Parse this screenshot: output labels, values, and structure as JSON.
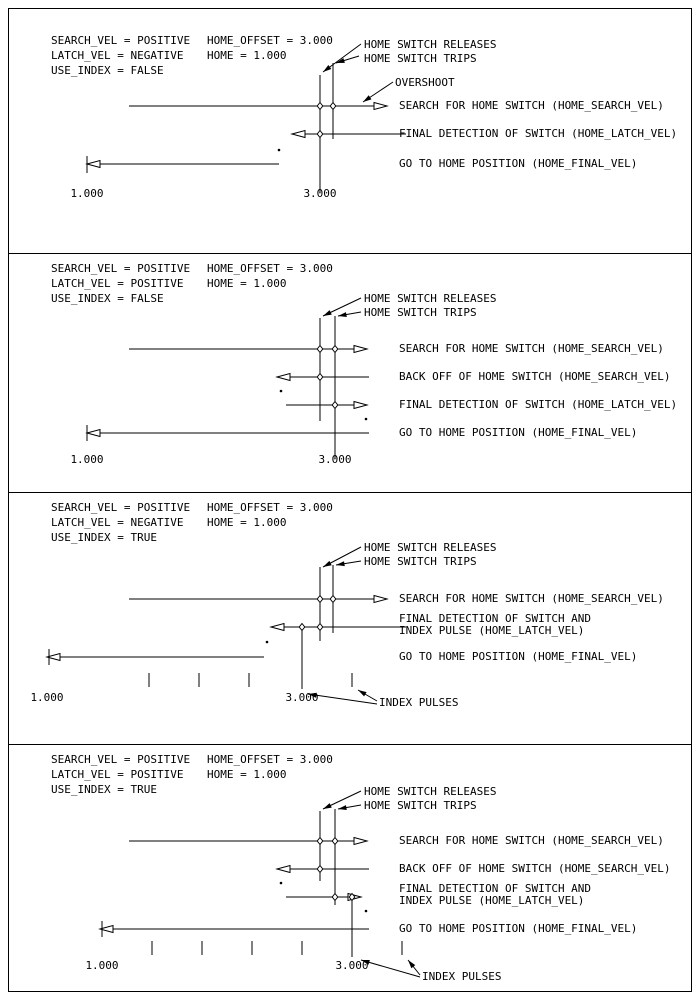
{
  "colors": {
    "ink": "#000000",
    "paper": "#ffffff"
  },
  "panels": [
    {
      "settings": {
        "search_vel": "SEARCH_VEL = POSITIVE",
        "home_offset": "HOME_OFFSET = 3.000",
        "latch_vel": "LATCH_VEL = NEGATIVE",
        "home": "HOME = 1.000",
        "use_index": "USE_INDEX = FALSE"
      },
      "callouts": {
        "releases": "HOME SWITCH RELEASES",
        "trips": "HOME SWITCH TRIPS",
        "overshoot": "OVERSHOOT"
      },
      "moves": {
        "search": "SEARCH FOR HOME SWITCH (HOME_SEARCH_VEL)",
        "latch": "FINAL DETECTION OF SWITCH (HOME_LATCH_VEL)",
        "final": "GO TO HOME POSITION (HOME_FINAL_VEL)"
      },
      "axis": {
        "home": "1.000",
        "offset": "3.000"
      }
    },
    {
      "settings": {
        "search_vel": "SEARCH_VEL = POSITIVE",
        "home_offset": "HOME_OFFSET = 3.000",
        "latch_vel": "LATCH_VEL = POSITIVE",
        "home": "HOME = 1.000",
        "use_index": "USE_INDEX = FALSE"
      },
      "callouts": {
        "releases": "HOME SWITCH RELEASES",
        "trips": "HOME SWITCH TRIPS"
      },
      "moves": {
        "search": "SEARCH FOR HOME SWITCH (HOME_SEARCH_VEL)",
        "backoff": "BACK OFF OF HOME SWITCH (HOME_SEARCH_VEL)",
        "latch": "FINAL DETECTION OF SWITCH (HOME_LATCH_VEL)",
        "final": "GO TO HOME POSITION (HOME_FINAL_VEL)"
      },
      "axis": {
        "home": "1.000",
        "offset": "3.000"
      }
    },
    {
      "settings": {
        "search_vel": "SEARCH_VEL = POSITIVE",
        "home_offset": "HOME_OFFSET = 3.000",
        "latch_vel": "LATCH_VEL = NEGATIVE",
        "home": "HOME = 1.000",
        "use_index": "USE_INDEX = TRUE"
      },
      "callouts": {
        "releases": "HOME SWITCH RELEASES",
        "trips": "HOME SWITCH TRIPS"
      },
      "moves": {
        "search": "SEARCH FOR HOME SWITCH (HOME_SEARCH_VEL)",
        "latch_line1": "FINAL DETECTION OF SWITCH AND",
        "latch_line2": "INDEX PULSE (HOME_LATCH_VEL)",
        "final": "GO TO HOME POSITION (HOME_FINAL_VEL)"
      },
      "index_label": "INDEX PULSES",
      "axis": {
        "home": "1.000",
        "offset": "3.000"
      }
    },
    {
      "settings": {
        "search_vel": "SEARCH_VEL = POSITIVE",
        "home_offset": "HOME_OFFSET = 3.000",
        "latch_vel": "LATCH_VEL = POSITIVE",
        "home": "HOME = 1.000",
        "use_index": "USE_INDEX = TRUE"
      },
      "callouts": {
        "releases": "HOME SWITCH RELEASES",
        "trips": "HOME SWITCH TRIPS"
      },
      "moves": {
        "search": "SEARCH FOR HOME SWITCH (HOME_SEARCH_VEL)",
        "backoff": "BACK OFF OF HOME SWITCH (HOME_SEARCH_VEL)",
        "latch_line1": "FINAL DETECTION OF SWITCH AND",
        "latch_line2": "INDEX PULSE (HOME_LATCH_VEL)",
        "final": "GO TO HOME POSITION (HOME_FINAL_VEL)"
      },
      "index_label": "INDEX PULSES",
      "axis": {
        "home": "1.000",
        "offset": "3.000"
      }
    }
  ]
}
